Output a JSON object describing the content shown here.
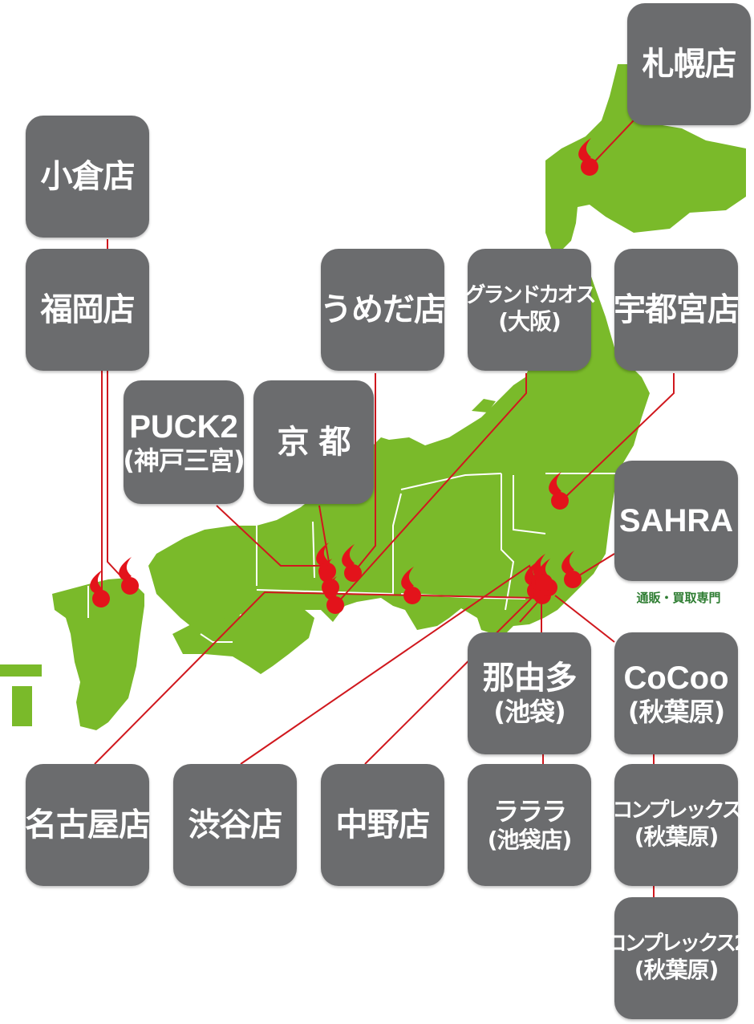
{
  "stores": [
    {
      "id": "sapporo",
      "line1": "札幌店",
      "line2": ""
    },
    {
      "id": "kokura",
      "line1": "小倉店",
      "line2": ""
    },
    {
      "id": "fukuoka",
      "line1": "福岡店",
      "line2": ""
    },
    {
      "id": "umeda",
      "line1": "うめだ店",
      "line2": ""
    },
    {
      "id": "grand-chaos",
      "line1": "グランドカオス",
      "line2": "(大阪)"
    },
    {
      "id": "utsunomiya",
      "line1": "宇都宮店",
      "line2": ""
    },
    {
      "id": "puck2",
      "line1": "PUCK2",
      "line2": "(神戸三宮)"
    },
    {
      "id": "kyoto",
      "line1": "京 都",
      "line2": ""
    },
    {
      "id": "sahra",
      "line1": "SAHRA",
      "line2": ""
    },
    {
      "id": "nayuta",
      "line1": "那由多",
      "line2": "(池袋)"
    },
    {
      "id": "cocoo",
      "line1": "CoCoo",
      "line2": "(秋葉原)"
    },
    {
      "id": "nagoya",
      "line1": "名古屋店",
      "line2": ""
    },
    {
      "id": "shibuya",
      "line1": "渋谷店",
      "line2": ""
    },
    {
      "id": "nakano",
      "line1": "中野店",
      "line2": ""
    },
    {
      "id": "rarara",
      "line1": "ラララ",
      "line2": "(池袋店)"
    },
    {
      "id": "complex",
      "line1": "コンプレックス",
      "line2": "(秋葉原)"
    },
    {
      "id": "complex2",
      "line1": "コンプレックス2",
      "line2": "(秋葉原)"
    }
  ],
  "sahra_note": "通販・買取専門",
  "colors": {
    "land": "#7aba2a",
    "border": "#ffffff",
    "box": "#6b6c6e",
    "marker": "#e3131b",
    "connector": "#d0181e",
    "note_text": "#2e7d32"
  },
  "marker_icon": "location-pin-icon"
}
